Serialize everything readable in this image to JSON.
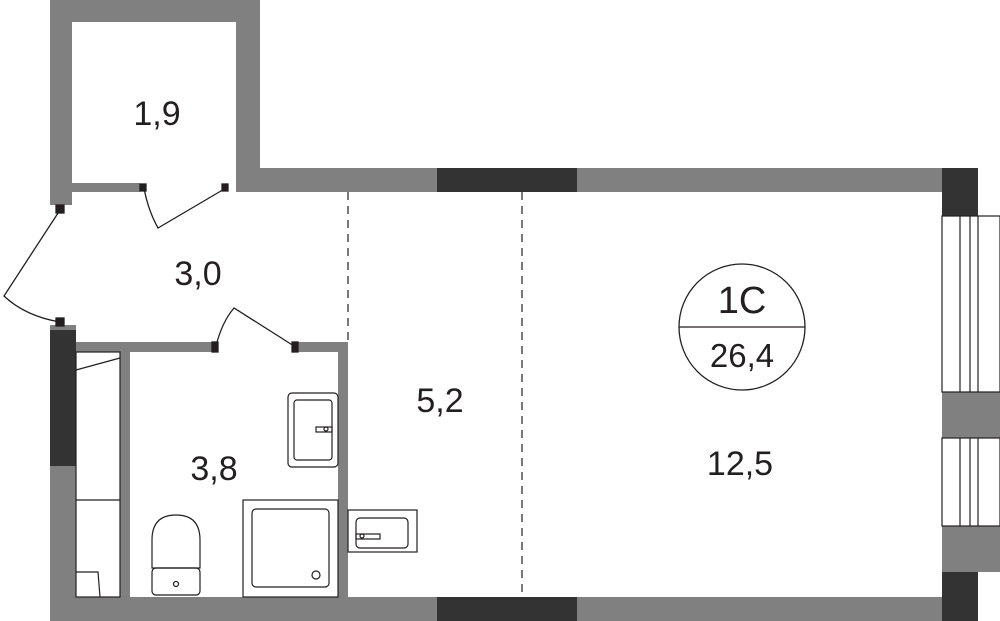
{
  "floor_plan": {
    "apartment": {
      "type_label": "1С",
      "total_area": "26,4"
    },
    "rooms": {
      "storage": "1,9",
      "hallway": "3,0",
      "bathroom": "3,8",
      "kitchen": "5,2",
      "living_room": "12,5"
    }
  },
  "colors": {
    "wall": "#808080",
    "wall_dark": "#333333",
    "line": "#231f20",
    "background": "#ffffff"
  }
}
